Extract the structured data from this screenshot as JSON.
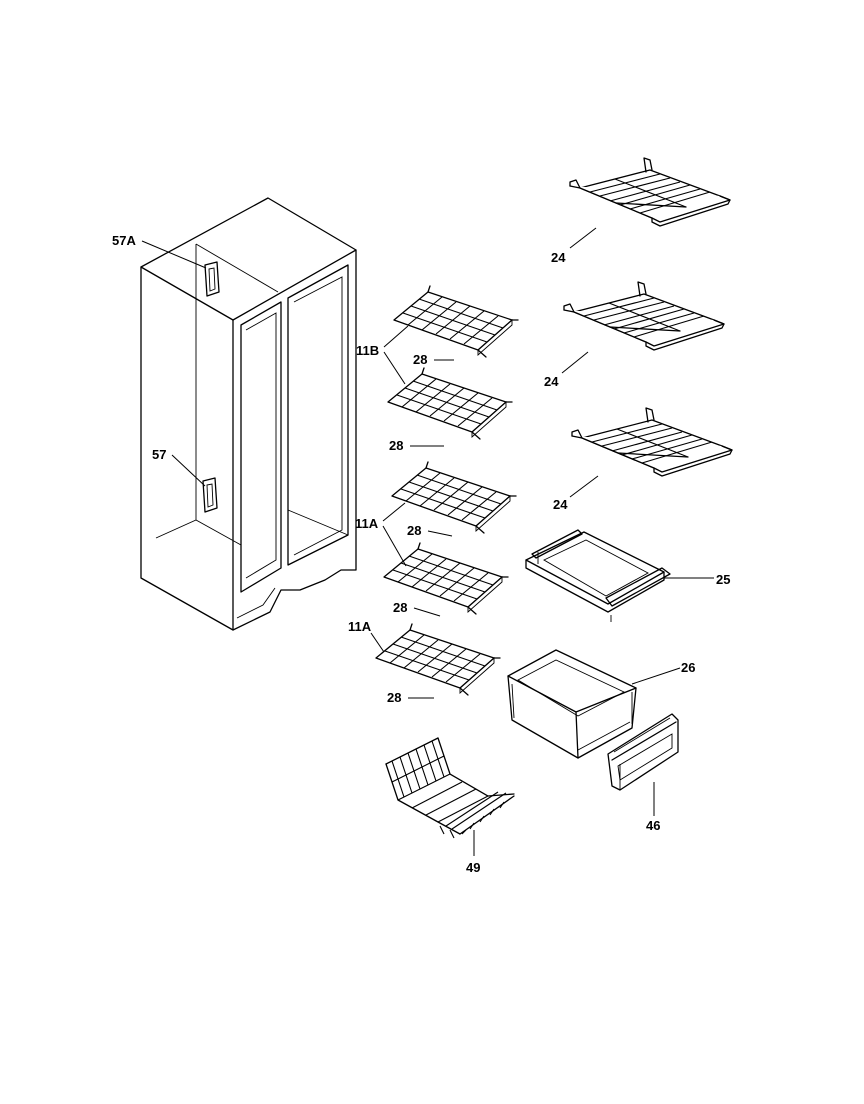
{
  "diagram": {
    "labels": {
      "p57a": "57A",
      "p57": "57",
      "p11b": "11B",
      "p28a": "28",
      "p28b": "28",
      "p11a_top": "11A",
      "p28c": "28",
      "p28d": "28",
      "p11a_low": "11A",
      "p28e": "28",
      "p24a": "24",
      "p24b": "24",
      "p24c": "24",
      "p25": "25",
      "p26": "26",
      "p46": "46",
      "p49": "49"
    }
  }
}
